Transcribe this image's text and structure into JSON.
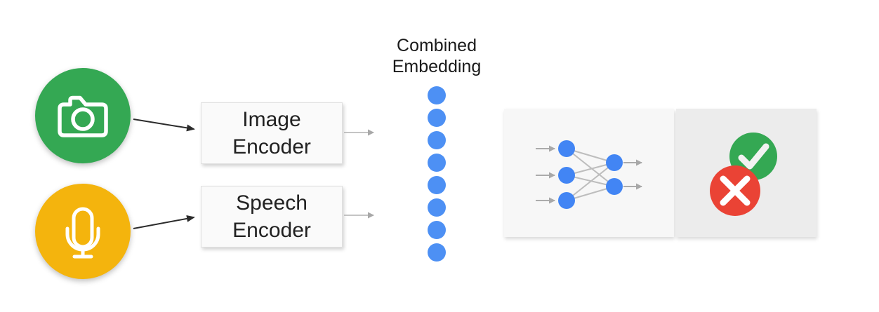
{
  "diagram": {
    "title_line1": "Combined",
    "title_line2": "Embedding",
    "inputs": [
      {
        "name": "image-input",
        "icon": "camera-icon",
        "color": "#34A853"
      },
      {
        "name": "speech-input",
        "icon": "microphone-icon",
        "color": "#F4B40D"
      }
    ],
    "encoders": [
      {
        "line1": "Image",
        "line2": "Encoder"
      },
      {
        "line1": "Speech",
        "line2": "Encoder"
      }
    ],
    "embedding": {
      "dot_count": 8,
      "dot_color": "#4D90F4"
    },
    "network": {
      "input_nodes": 3,
      "output_nodes": 2,
      "node_color": "#4285F4",
      "link_color": "#BDBDBD",
      "panel_background": "#F7F7F7"
    },
    "result": {
      "positive_icon": "check-icon",
      "negative_icon": "cross-icon",
      "positive_color": "#34A853",
      "negative_color": "#EA4335",
      "panel_background": "#ECECEC"
    },
    "arrow_colors": {
      "dark": "#2B2B2B",
      "gray": "#ABABAB"
    }
  }
}
